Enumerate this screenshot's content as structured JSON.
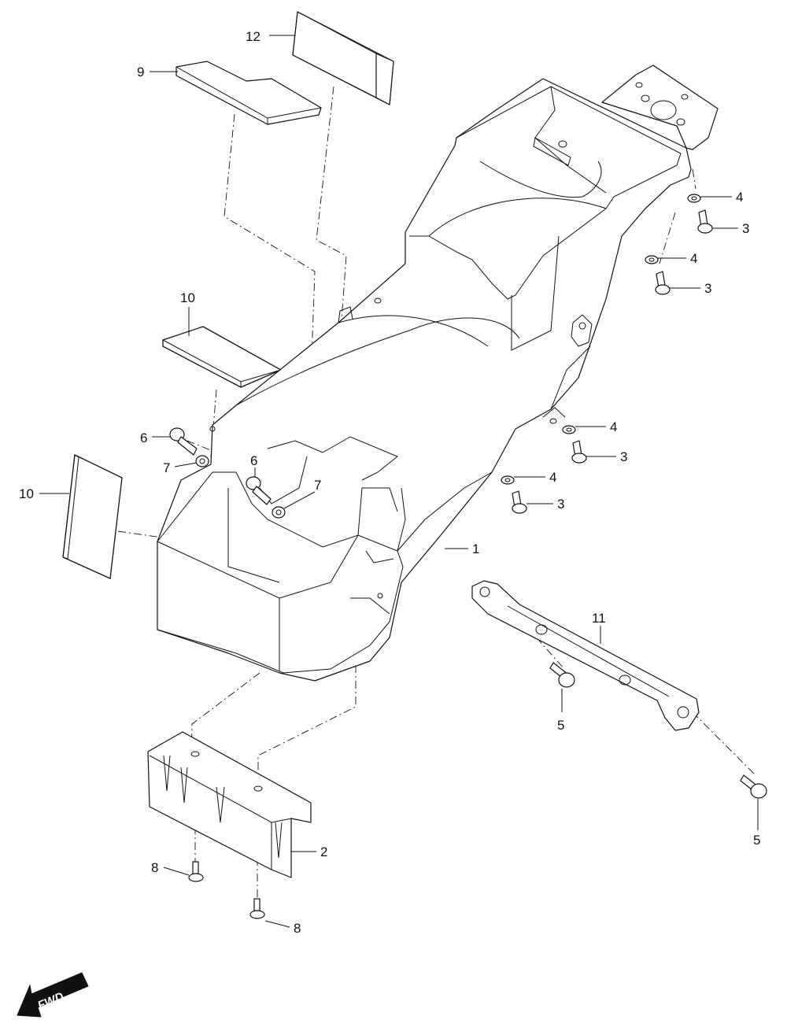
{
  "diagram": {
    "direction_label": "FWD",
    "callouts": [
      {
        "id": "c12",
        "text": "12"
      },
      {
        "id": "c9",
        "text": "9"
      },
      {
        "id": "c10a",
        "text": "10"
      },
      {
        "id": "c10b",
        "text": "10"
      },
      {
        "id": "c6a",
        "text": "6"
      },
      {
        "id": "c7a",
        "text": "7"
      },
      {
        "id": "c6b",
        "text": "6"
      },
      {
        "id": "c7b",
        "text": "7"
      },
      {
        "id": "c1",
        "text": "1"
      },
      {
        "id": "c4a",
        "text": "4"
      },
      {
        "id": "c3a",
        "text": "3"
      },
      {
        "id": "c4b",
        "text": "4"
      },
      {
        "id": "c3b",
        "text": "3"
      },
      {
        "id": "c4c",
        "text": "4"
      },
      {
        "id": "c3c",
        "text": "3"
      },
      {
        "id": "c4d",
        "text": "4"
      },
      {
        "id": "c3d",
        "text": "3"
      },
      {
        "id": "c11",
        "text": "11"
      },
      {
        "id": "c5a",
        "text": "5"
      },
      {
        "id": "c5b",
        "text": "5"
      },
      {
        "id": "c2",
        "text": "2"
      },
      {
        "id": "c8a",
        "text": "8"
      },
      {
        "id": "c8b",
        "text": "8"
      }
    ]
  }
}
